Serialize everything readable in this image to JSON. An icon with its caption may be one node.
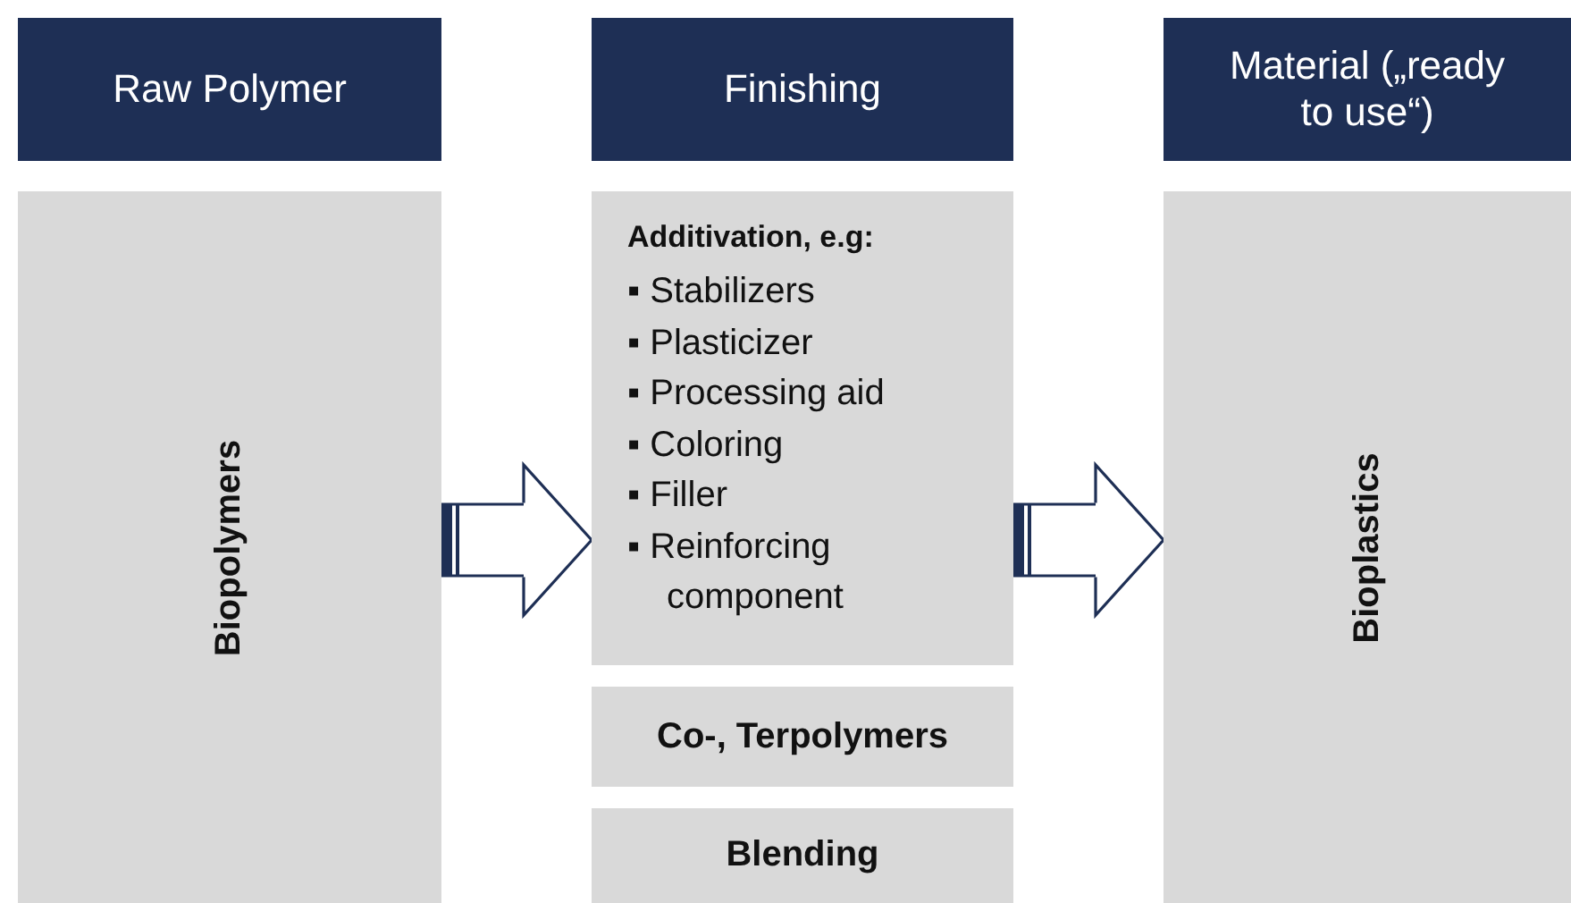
{
  "diagram": {
    "nodes": [
      {
        "text": [
          "Raw Polymer"
        ]
      },
      {
        "text": [
          "Finishing"
        ]
      },
      {
        "text": [
          "Material („ready to use“)"
        ]
      },
      {
        "text": [
          "Biopolymers"
        ]
      },
      {
        "text": [
          "Additivation, e.g:",
          "▪ Stabilizers",
          "▪ Plasticizer",
          "▪ Processing aid",
          "▪ Coloring",
          "▪ Filler",
          "▪ Reinforcing component"
        ]
      },
      {
        "text": [
          "Co-, Terpolymers"
        ]
      },
      {
        "text": [
          "Blending"
        ]
      },
      {
        "text": [
          "Bioplastics"
        ]
      }
    ],
    "edges": [
      {
        "from": 3,
        "to": 4,
        "arrow": "to"
      },
      {
        "from": 4,
        "to": 7,
        "arrow": "to"
      }
    ]
  }
}
